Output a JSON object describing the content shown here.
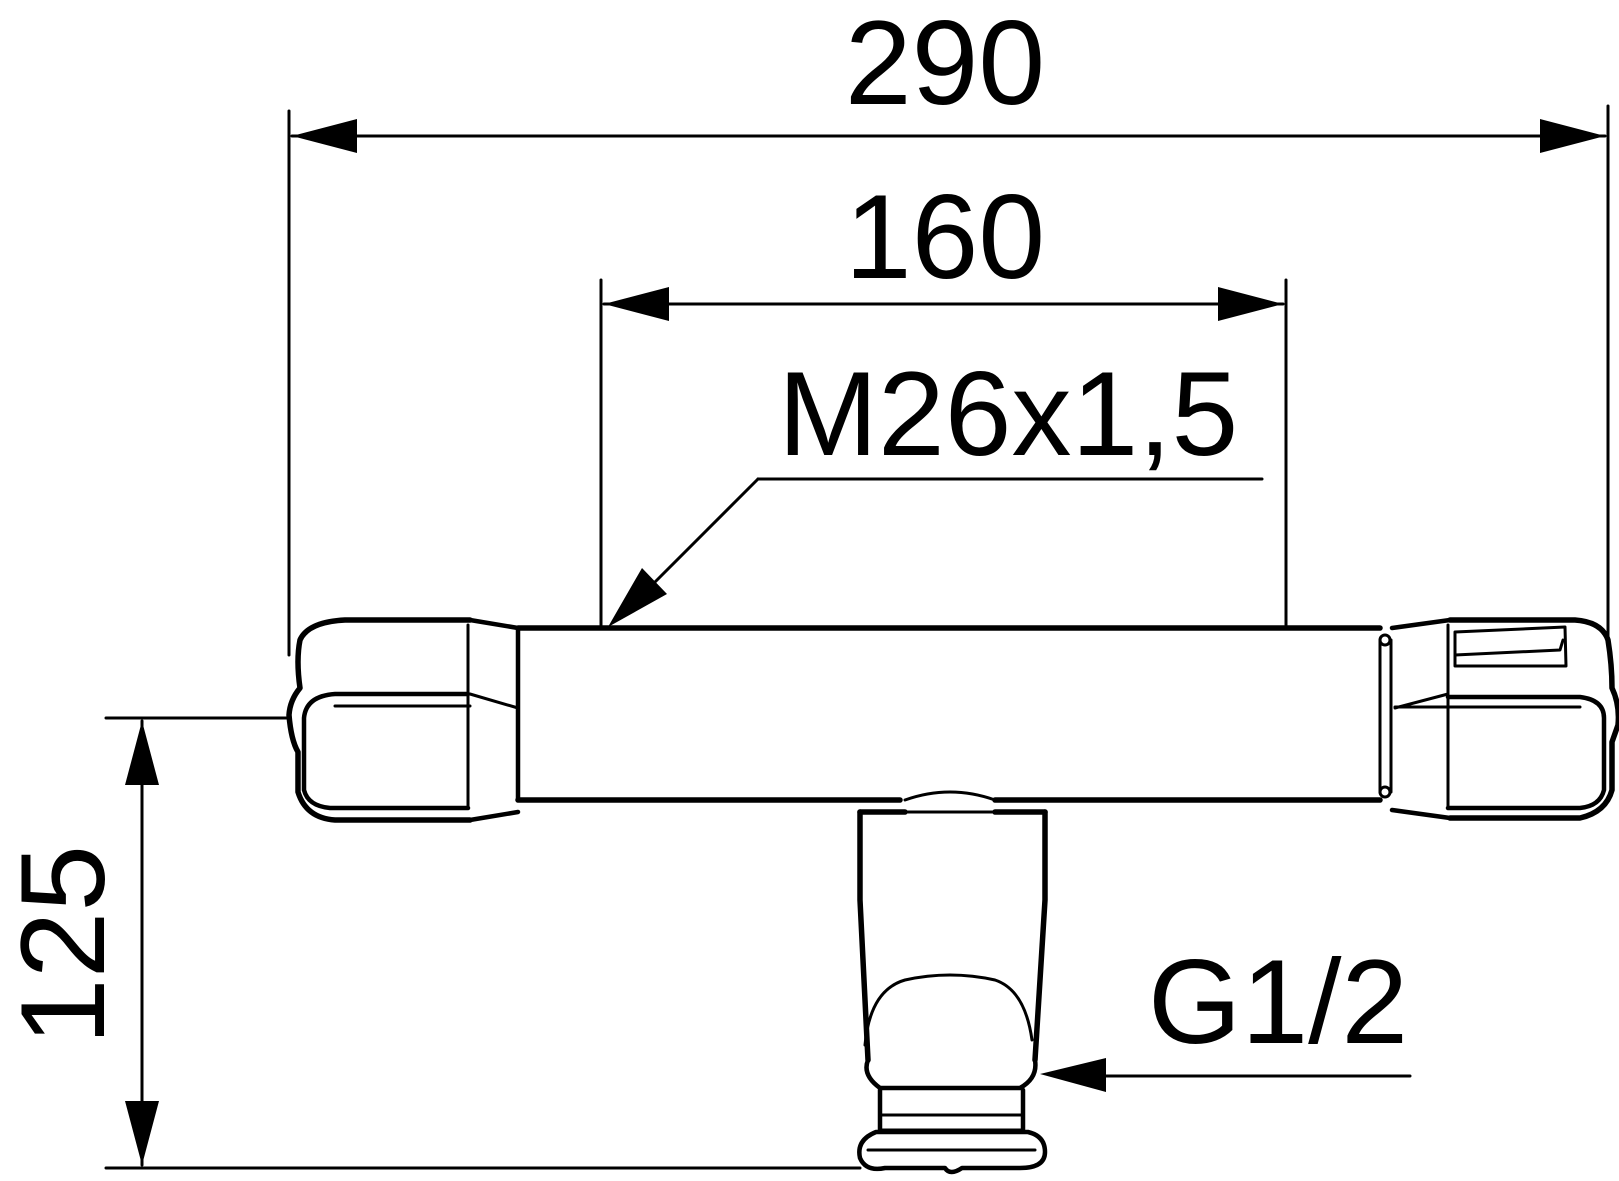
{
  "dimensions": {
    "overall_width": "290",
    "connection_spacing": "160",
    "height": "125"
  },
  "labels": {
    "thread_wall": "M26x1,5",
    "thread_outlet": "G1/2"
  },
  "colors": {
    "line": "#000000",
    "background": "#ffffff"
  }
}
